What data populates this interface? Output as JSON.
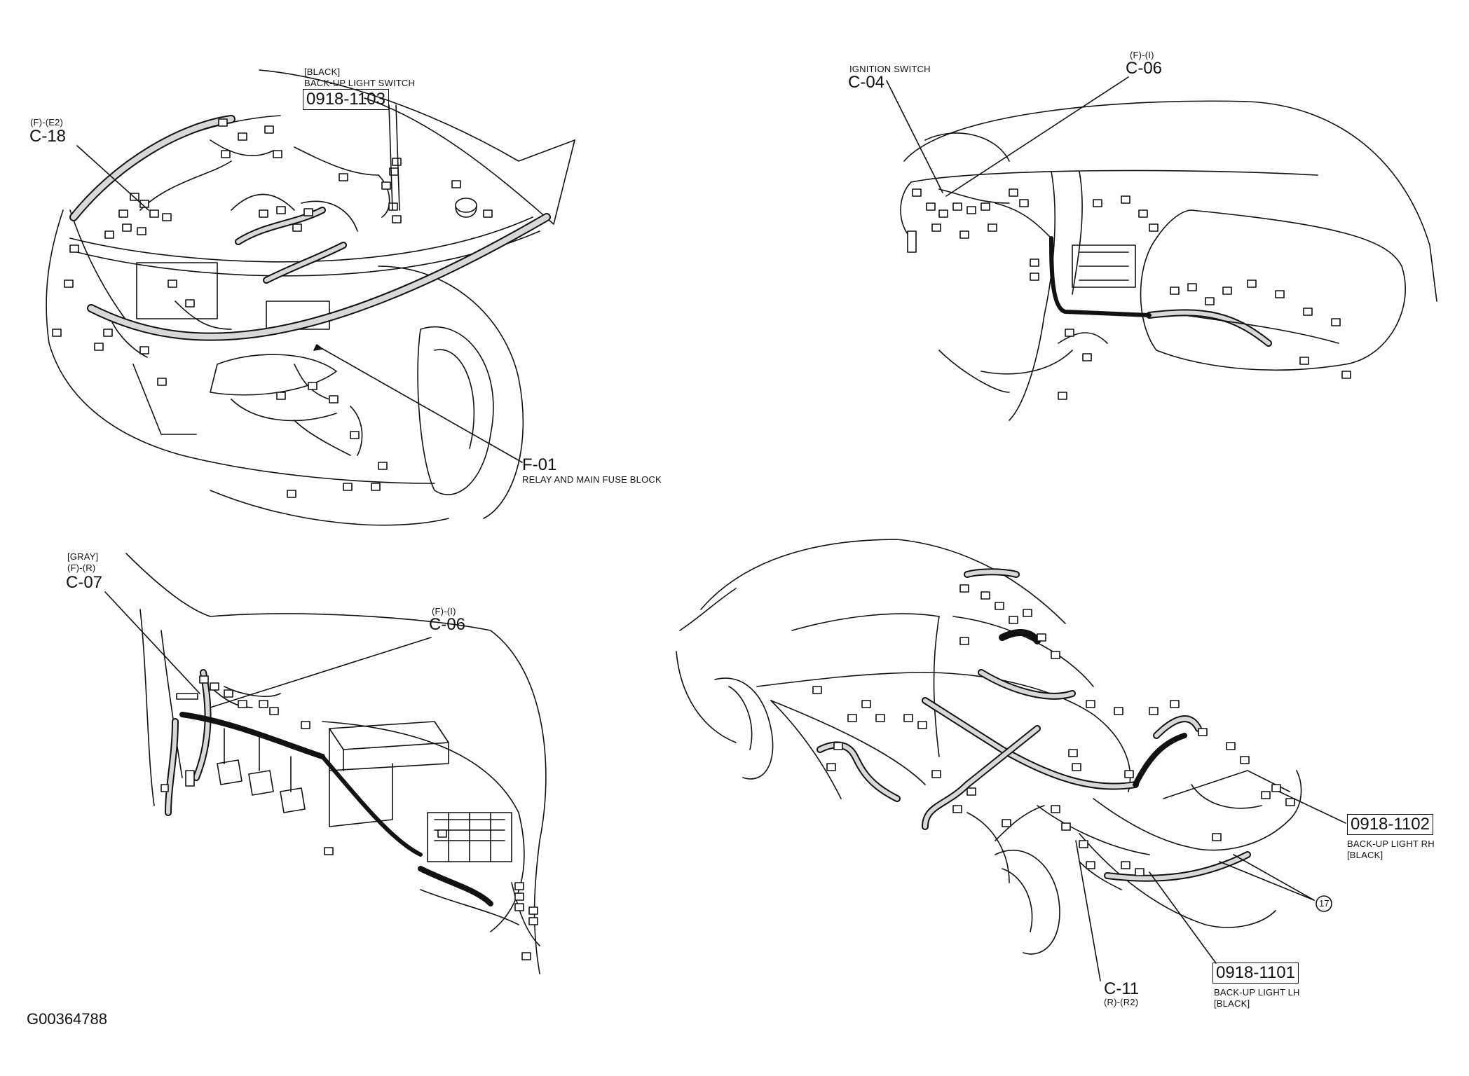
{
  "image_id": "G00364788",
  "colors": {
    "line": "#111111",
    "harness_fill": "#d8d8d8",
    "background": "#ffffff"
  },
  "panels": [
    {
      "name": "engine-compartment",
      "labels": {
        "back_up_switch_color": "[BLACK]",
        "back_up_switch_name": "BACK-UP LIGHT SWITCH",
        "back_up_switch_part": "0918-1103",
        "c18_code": "(F)-(E2)",
        "c18_id": "C-18",
        "f01_id": "F-01",
        "f01_name": "RELAY AND MAIN FUSE BLOCK"
      }
    },
    {
      "name": "dashboard",
      "labels": {
        "ignition_name": "IGNITION SWITCH",
        "ignition_id": "C-04",
        "c06_code": "(F)-(I)",
        "c06_id": "C-06"
      }
    },
    {
      "name": "driver-footwell",
      "labels": {
        "c07_color": "[GRAY]",
        "c07_code": "(F)-(R)",
        "c07_id": "C-07",
        "c06_code": "(F)-(I)",
        "c06_id": "C-06"
      }
    },
    {
      "name": "rear-body",
      "labels": {
        "rh_part": "0918-1102",
        "rh_name": "BACK-UP LIGHT RH",
        "rh_color": "[BLACK]",
        "callout_num": "17",
        "lh_part": "0918-1101",
        "lh_name": "BACK-UP LIGHT LH",
        "lh_color": "[BLACK]",
        "c11_id": "C-11",
        "c11_code": "(R)-(R2)"
      }
    }
  ]
}
